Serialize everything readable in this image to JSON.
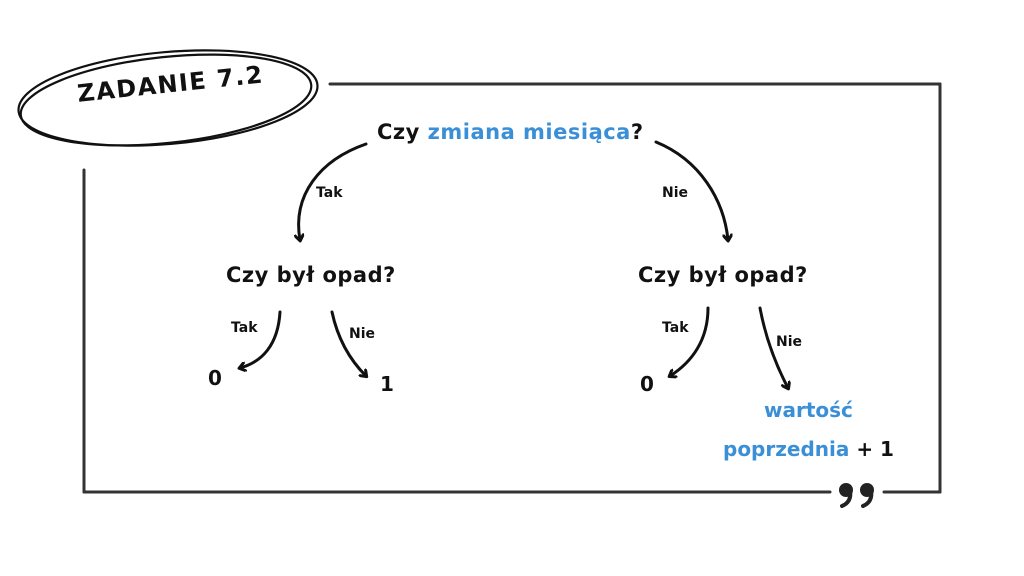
{
  "title": "ZADANIE 7.2",
  "colors": {
    "ink": "#111111",
    "accent": "#3a8fd6"
  },
  "root": {
    "prefix": "Czy ",
    "highlight": "zmiana miesiąca",
    "suffix": "?"
  },
  "edges": {
    "root_left": "Tak",
    "root_right": "Nie",
    "left_left": "Tak",
    "left_right": "Nie",
    "right_left": "Tak",
    "right_right": "Nie"
  },
  "left_node": "Czy był opad?",
  "right_node": "Czy był opad?",
  "leaves": {
    "left_left": "0",
    "left_right": "1",
    "right_left": "0",
    "right_right": {
      "line1": "wartość",
      "line2_accent": "poprzednia",
      "line2_suffix": " + 1"
    }
  },
  "quote_icon": "closing-quote-icon"
}
